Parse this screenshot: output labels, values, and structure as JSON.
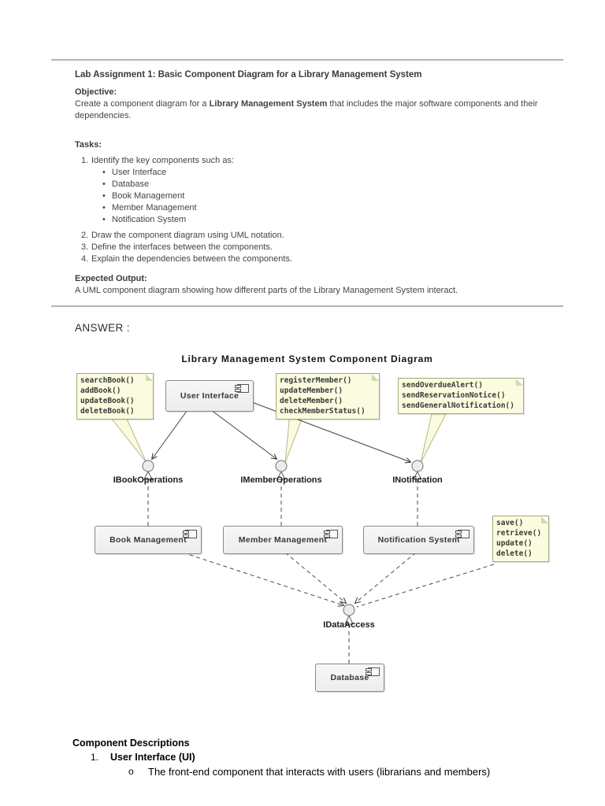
{
  "document": {
    "title": "Lab Assignment 1: Basic Component Diagram for a Library Management System",
    "objective": {
      "heading": "Objective:",
      "text_pre": "Create a component diagram for a ",
      "text_bold": "Library Management System",
      "text_post": " that includes the major software components and their dependencies."
    },
    "tasks": {
      "heading": "Tasks:",
      "item1": {
        "marker": "1.",
        "text": "Identify the key components such as:"
      },
      "bullet_marker": "•",
      "bullets": [
        "User Interface",
        "Database",
        "Book Management",
        "Member Management",
        "Notification System"
      ],
      "item2": {
        "marker": "2.",
        "text": "Draw the component diagram using UML notation."
      },
      "item3": {
        "marker": "3.",
        "text": "Define the interfaces between the components."
      },
      "item4": {
        "marker": "4.",
        "text": "Explain the dependencies between the components."
      }
    },
    "expected": {
      "heading": "Expected Output:",
      "text": "A UML component diagram showing how different parts of the Library Management System interact."
    },
    "answer_label": "ANSWER :"
  },
  "diagram": {
    "title": "Library Management System Component Diagram",
    "notes": {
      "book": {
        "lines": [
          "searchBook()",
          "addBook()",
          "updateBook()",
          "deleteBook()"
        ]
      },
      "member": {
        "lines": [
          "registerMember()",
          "updateMember()",
          "deleteMember()",
          "checkMemberStatus()"
        ]
      },
      "notification": {
        "lines": [
          "sendOverdueAlert()",
          "sendReservationNotice()",
          "sendGeneralNotification()"
        ]
      },
      "data": {
        "lines": [
          "save()",
          "retrieve()",
          "update()",
          "delete()"
        ]
      }
    },
    "components": {
      "ui": "User Interface",
      "book": "Book Management",
      "member": "Member Management",
      "notification": "Notification System",
      "database": "Database"
    },
    "interfaces": {
      "book": "IBookOperations",
      "member": "IMemberOperations",
      "notification": "INotification",
      "data": "IDataAccess"
    }
  },
  "footer": {
    "heading": "Component Descriptions",
    "item_number": "1.",
    "item_title": "User Interface (UI)",
    "sub_marker": "o",
    "sub_text": "The front-end component that interacts with users (librarians and members)"
  },
  "colors": {
    "note_fill": "#FBFBDF",
    "note_border": "#a6a67e",
    "component_fill": "#f2f2f2",
    "component_border": "#8a8a8a",
    "connector": "#4a4a4a",
    "divider": "#b3b3b3"
  }
}
